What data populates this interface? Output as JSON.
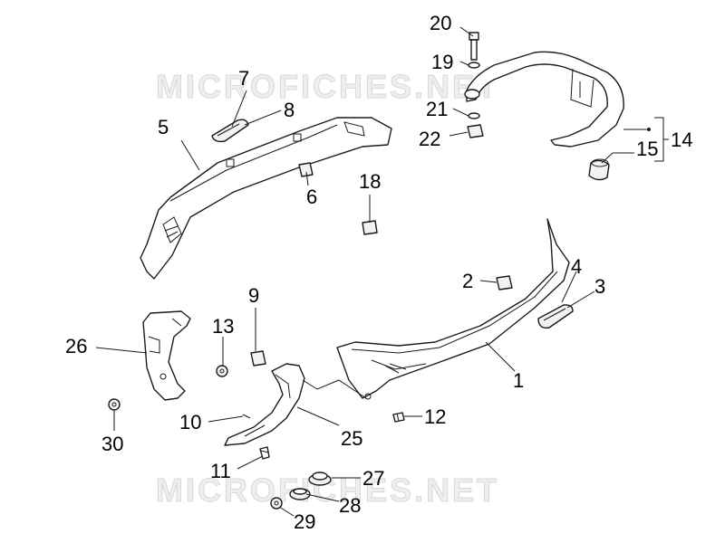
{
  "watermark": {
    "text": "MICROFICHES.NET"
  },
  "parts": {
    "p1": "1",
    "p2": "2",
    "p3": "3",
    "p4": "4",
    "p5": "5",
    "p6": "6",
    "p7": "7",
    "p8": "8",
    "p9": "9",
    "p10": "10",
    "p11": "11",
    "p12": "12",
    "p13": "13",
    "p14": "14",
    "p15": "15",
    "p18": "18",
    "p19": "19",
    "p20": "20",
    "p21": "21",
    "p22": "22",
    "p25": "25",
    "p26": "26",
    "p27": "27",
    "p28": "28",
    "p29": "29",
    "p30": "30"
  }
}
